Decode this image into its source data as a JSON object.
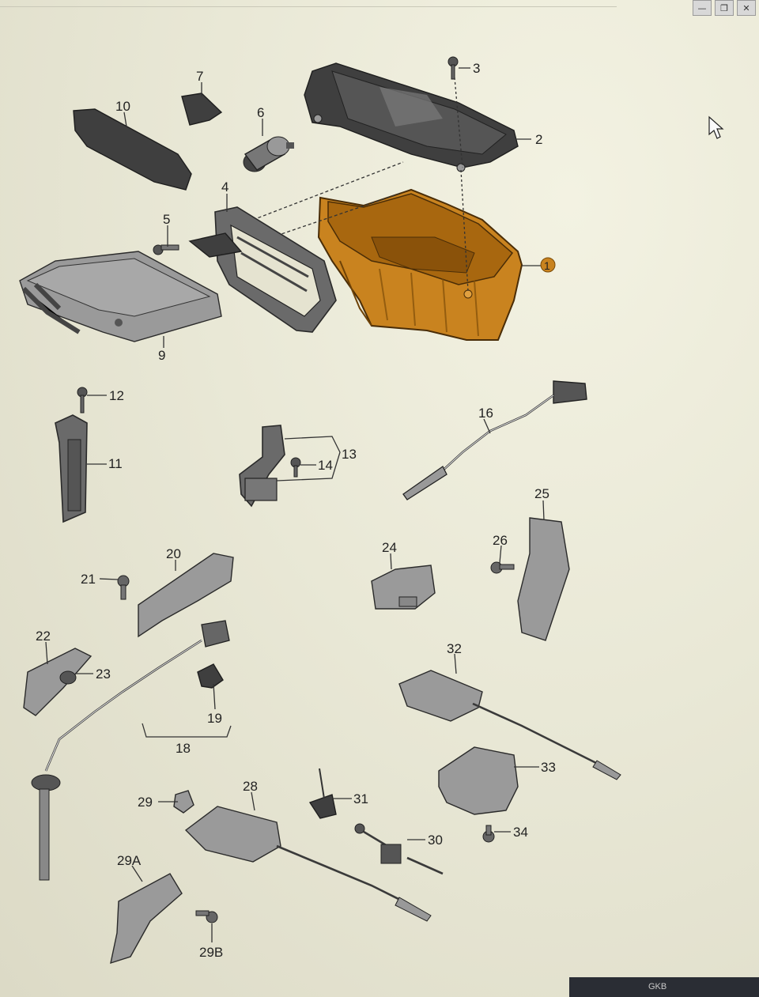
{
  "window": {
    "minimize_glyph": "—",
    "restore_glyph": "❐",
    "close_glyph": "✕"
  },
  "cursor_icon": "arrow-pointer-icon",
  "taskbar": {
    "label": "GKB"
  },
  "highlight_color": "#c9831f",
  "callouts": [
    "1",
    "2",
    "3",
    "4",
    "5",
    "6",
    "7",
    "9",
    "10",
    "11",
    "12",
    "13",
    "14",
    "16",
    "18",
    "19",
    "20",
    "21",
    "22",
    "23",
    "24",
    "25",
    "26",
    "28",
    "29",
    "29A",
    "29B",
    "30",
    "31",
    "32",
    "33",
    "34"
  ]
}
